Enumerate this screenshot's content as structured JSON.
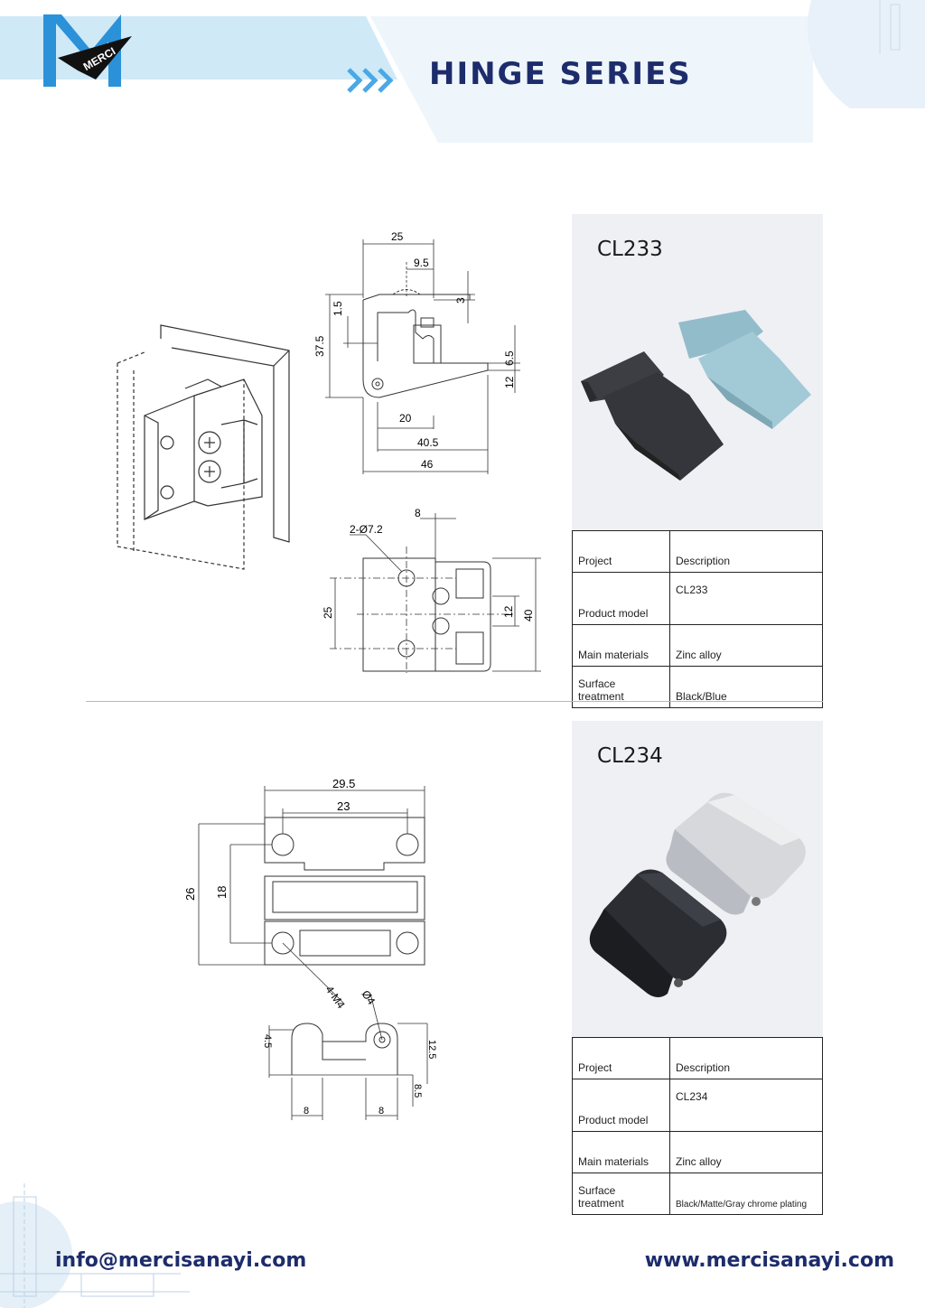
{
  "header": {
    "title": "HINGE SERIES",
    "logo_text": "MERCI"
  },
  "colors": {
    "navy": "#1d2c6b",
    "light_blue": "#cfe9f7",
    "panel_bg": "#eef0f4"
  },
  "products": [
    {
      "model": "CL233",
      "table": {
        "header": [
          "Project",
          "Description"
        ],
        "rows": [
          [
            "Product model",
            "CL233"
          ],
          [
            "Main materials",
            "Zinc alloy"
          ],
          [
            "Surface treatment",
            "Black/Blue"
          ]
        ]
      },
      "dimensions": [
        "25",
        "9.5",
        "3",
        "1.5",
        "37.5",
        "6.5",
        "12",
        "20",
        "40.5",
        "46",
        "8",
        "2-Ø7.2",
        "25",
        "12",
        "40"
      ]
    },
    {
      "model": "CL234",
      "table": {
        "header": [
          "Project",
          "Description"
        ],
        "rows": [
          [
            "Product model",
            "CL234"
          ],
          [
            "Main materials",
            "Zinc alloy"
          ],
          [
            "Surface treatment",
            "Black/Matte/Gray chrome plating"
          ]
        ]
      },
      "dimensions": [
        "29.5",
        "23",
        "26",
        "18",
        "4-M4",
        "Ø4",
        "4.5",
        "12.5",
        "8.5",
        "8",
        "8"
      ]
    }
  ],
  "footer": {
    "email": "info@mercisanayi.com",
    "website": "www.mercisanayi.com"
  }
}
